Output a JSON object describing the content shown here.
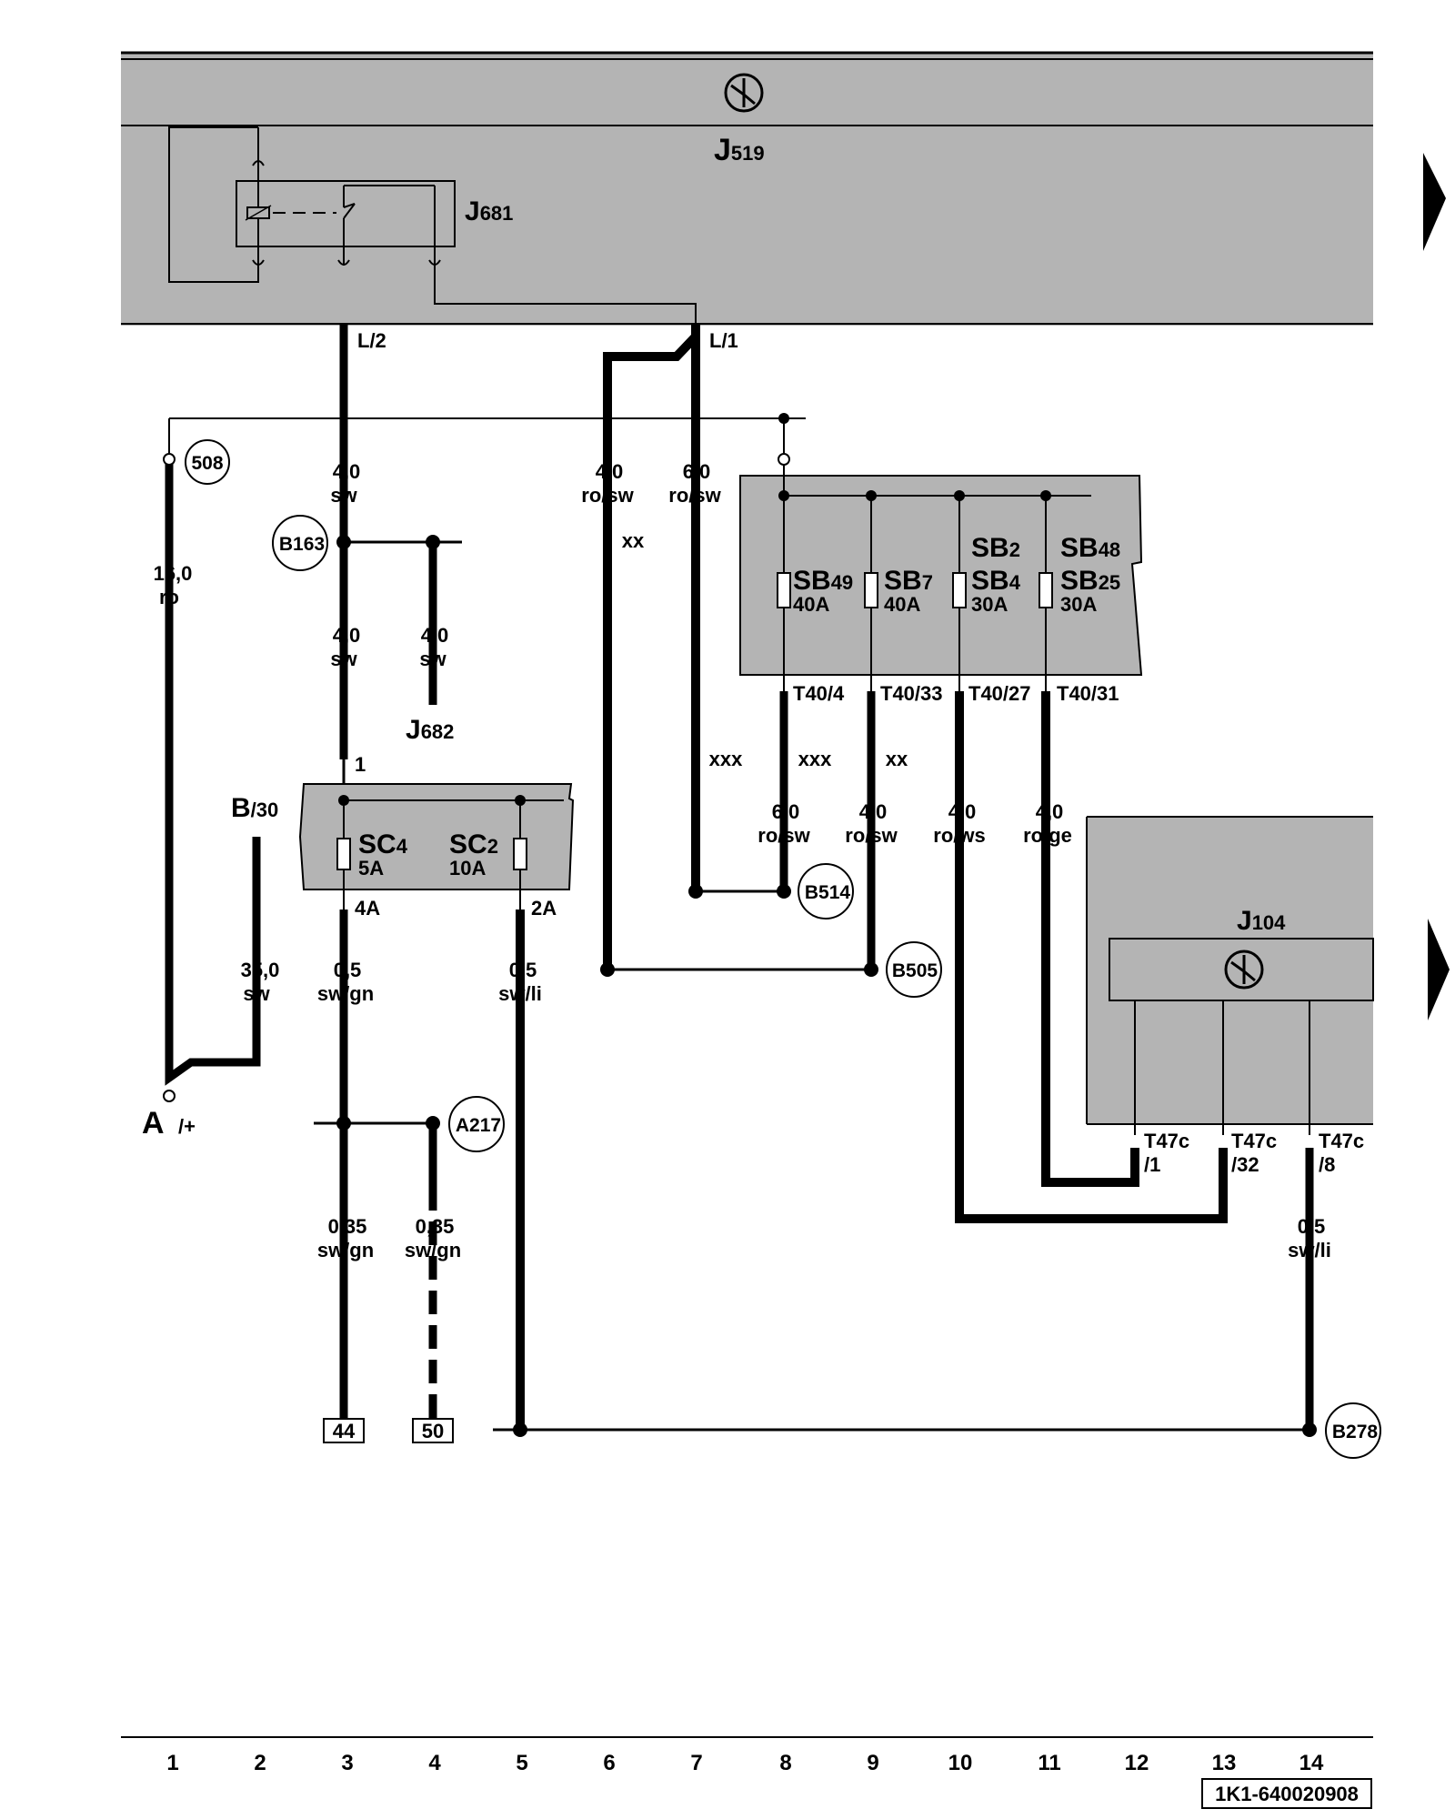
{
  "modules": {
    "j519": {
      "main": "J",
      "sub": "519"
    },
    "j681": {
      "main": "J",
      "sub": "681"
    },
    "j682": {
      "main": "J",
      "sub": "682"
    },
    "j104": {
      "main": "J",
      "sub": "104"
    }
  },
  "pins": {
    "l2": "L/2",
    "l1": "L/1",
    "sc_in": "1",
    "sc4_out": "4A",
    "sc2_out": "2A",
    "t40_4": "T40/4",
    "t40_33": "T40/33",
    "t40_27": "T40/27",
    "t40_31": "T40/31",
    "t47c_1_a": "T47c",
    "t47c_1_b": "/1",
    "t47c_32_a": "T47c",
    "t47c_32_b": "/32",
    "t47c_8_a": "T47c",
    "t47c_8_b": "/8"
  },
  "fuses": {
    "sb49": {
      "name": "SB",
      "num": "49",
      "rating": "40A"
    },
    "sb7": {
      "name": "SB",
      "num": "7",
      "rating": "40A"
    },
    "sb2": {
      "name": "SB",
      "num": "2"
    },
    "sb4": {
      "name": "SB",
      "num": "4",
      "rating": "30A"
    },
    "sb48": {
      "name": "SB",
      "num": "48"
    },
    "sb25": {
      "name": "SB",
      "num": "25",
      "rating": "30A"
    },
    "sc4": {
      "name": "SC",
      "num": "4",
      "rating": "5A"
    },
    "sc2": {
      "name": "SC",
      "num": "2",
      "rating": "10A"
    }
  },
  "wires": {
    "w508": {
      "size": "16,0",
      "color": "ro"
    },
    "wl2": {
      "size": "4,0",
      "color": "sw"
    },
    "wb163": {
      "size": "4,0",
      "color": "sw"
    },
    "wj682": {
      "size": "4,0",
      "color": "sw"
    },
    "wrosw4": {
      "size": "4,0",
      "color": "ro/sw"
    },
    "wrosw6": {
      "size": "6,0",
      "color": "ro/sw"
    },
    "wsb49": {
      "size": "6,0",
      "color": "ro/sw"
    },
    "wsb7": {
      "size": "4,0",
      "color": "ro/sw"
    },
    "wsb2": {
      "size": "4,0",
      "color": "ro/ws"
    },
    "wsb48": {
      "size": "4,0",
      "color": "ro/ge"
    },
    "wb30": {
      "size": "35,0",
      "color": "sw"
    },
    "wsc4": {
      "size": "0,5",
      "color": "sw/gn"
    },
    "wsc2": {
      "size": "0,5",
      "color": "sw/li"
    },
    "w44": {
      "size": "0,35",
      "color": "sw/gn"
    },
    "w50": {
      "size": "0,35",
      "color": "sw/gn"
    },
    "w8": {
      "size": "0,5",
      "color": "sw/li"
    }
  },
  "variants": {
    "v6": "xx",
    "v7": "xxx",
    "v8": "xxx",
    "v9": "xx"
  },
  "connectors": {
    "c508": "508",
    "b163": "B163",
    "b514": "B514",
    "b505": "B505",
    "a217": "A217",
    "b278": "B278"
  },
  "terminals": {
    "a_main": "A",
    "a_sub": "/+",
    "b_main": "B",
    "b_sub": "/30"
  },
  "refs": {
    "r44": "44",
    "r50": "50"
  },
  "columns": [
    "1",
    "2",
    "3",
    "4",
    "5",
    "6",
    "7",
    "8",
    "9",
    "10",
    "11",
    "12",
    "13",
    "14"
  ],
  "doc_code": "1K1-640020908"
}
